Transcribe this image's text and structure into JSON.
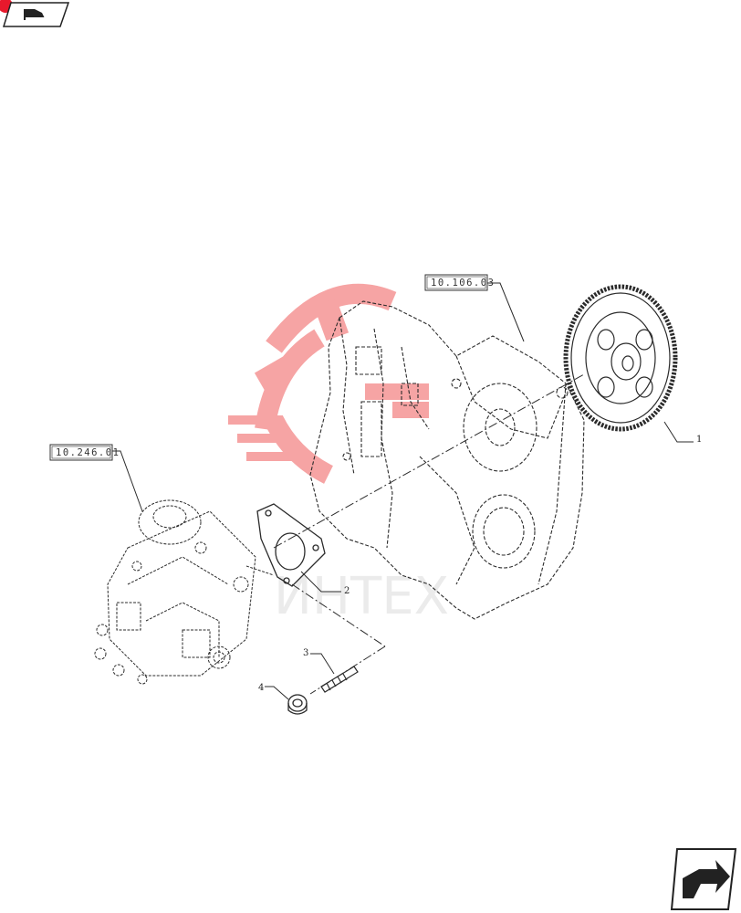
{
  "diagram": {
    "reference_labels": [
      "10.106.03",
      "10.246.01"
    ],
    "callouts": [
      "1",
      "2",
      "3",
      "4"
    ],
    "watermark_text": "ИНТЕХ"
  },
  "icons": {
    "top_left": "flag-direction-icon",
    "bottom_right": "next-page-arrow-icon"
  },
  "colors": {
    "line": "#2b2b2b",
    "watermark": "#f05a5a",
    "badge": "#e8192c"
  }
}
